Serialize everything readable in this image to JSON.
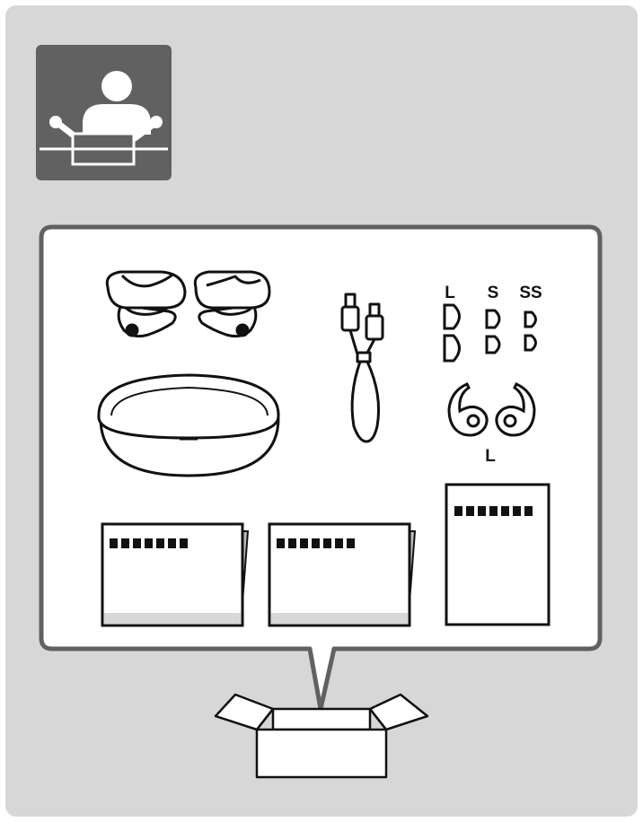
{
  "figure": {
    "section_icon": "person-unboxing-icon",
    "callout": "package-contents-callout",
    "contents": [
      {
        "item": "earbuds",
        "icon": "earbud-icon"
      },
      {
        "item": "charging-case",
        "icon": "charging-case-icon"
      },
      {
        "item": "usb-cable",
        "icon": "usb-cable-icon"
      },
      {
        "item": "ear-tips",
        "icon": "ear-tip-icon",
        "sizes": [
          "L",
          "S",
          "SS"
        ]
      },
      {
        "item": "ear-fins",
        "icon": "ear-fin-icon",
        "size": "L"
      },
      {
        "item": "documents",
        "icon": "document-icon",
        "count": 3
      }
    ],
    "box_icon": "open-box-icon",
    "colors": {
      "background": "#d7d7d7",
      "tile": "#616161",
      "line": "#111111",
      "panel": "#ffffff"
    }
  }
}
